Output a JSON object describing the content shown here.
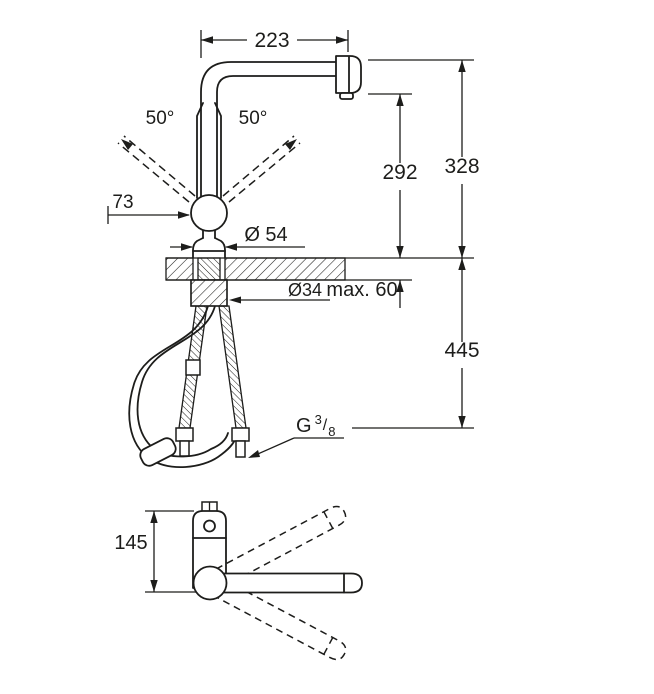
{
  "colors": {
    "ink": "#1d1d1b",
    "background": "#ffffff"
  },
  "dimensions": {
    "spout_reach": "223",
    "swivel_angle_left": "50°",
    "swivel_angle_right": "50°",
    "spout_height": "292",
    "total_height": "328",
    "handle_clearance": "73",
    "base_diameter": "Ø 54",
    "hole_diameter": "Ø34",
    "max_deck_thickness": "max. 60",
    "below_deck_length": "445",
    "plan_depth": "145",
    "thread": {
      "prefix": "G",
      "numerator": "3",
      "slash": "/",
      "denominator": "8"
    }
  }
}
